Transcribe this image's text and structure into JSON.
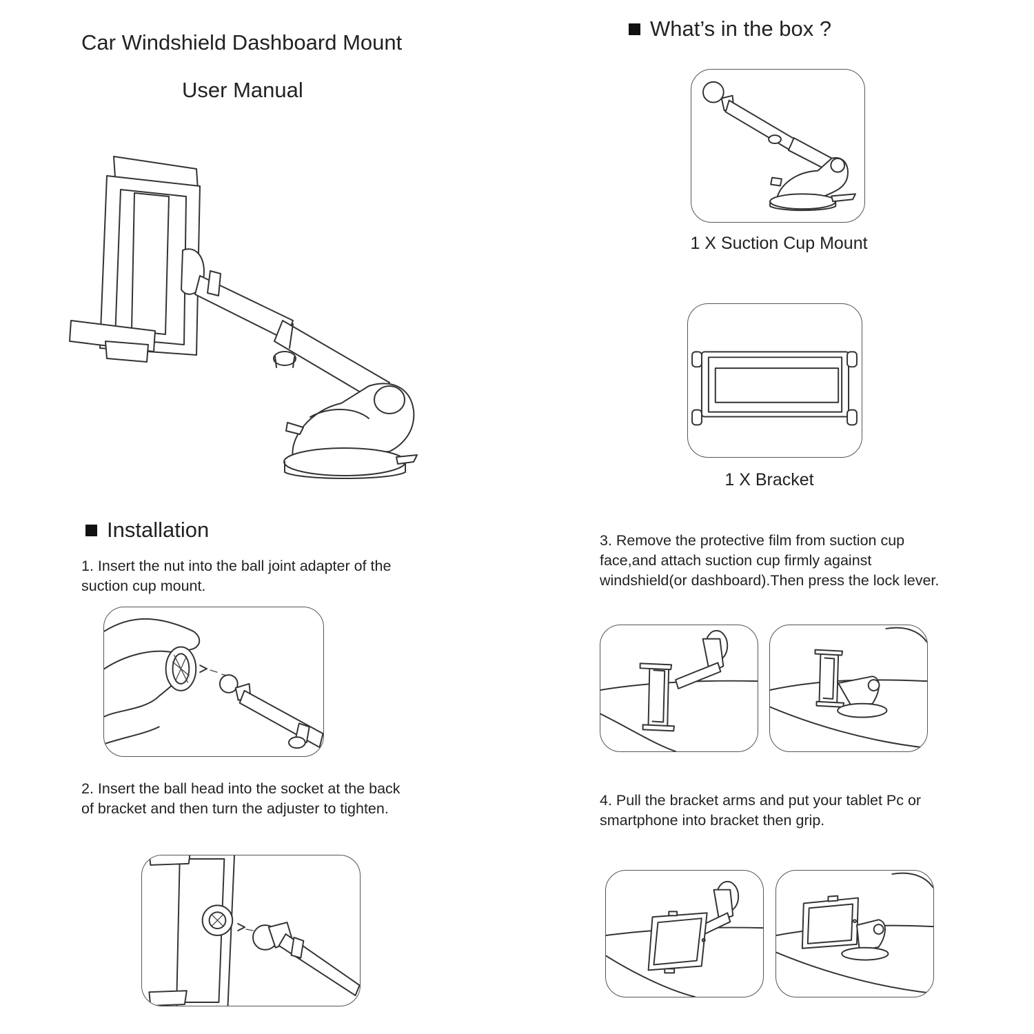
{
  "header": {
    "title": "Car Windshield Dashboard Mount",
    "subtitle": "User Manual"
  },
  "box": {
    "heading": "What’s in the box ?",
    "items": [
      {
        "caption": "1 X Suction Cup Mount",
        "icon": "suction-cup-mount-illustration"
      },
      {
        "caption": "1 X Bracket",
        "icon": "bracket-illustration"
      }
    ]
  },
  "installation": {
    "heading": "Installation",
    "steps": [
      {
        "text": "1. Insert the nut into the ball joint adapter of the suction cup mount."
      },
      {
        "text": "2. Insert the ball head into the socket at the back of bracket and then turn the adjuster to tighten."
      },
      {
        "text": "3. Remove the protective film from suction cup face,and attach suction cup firmly against windshield(or dashboard).Then press the lock lever."
      },
      {
        "text": "4. Pull the bracket arms and put your tablet Pc or smartphone into bracket then grip."
      }
    ]
  }
}
